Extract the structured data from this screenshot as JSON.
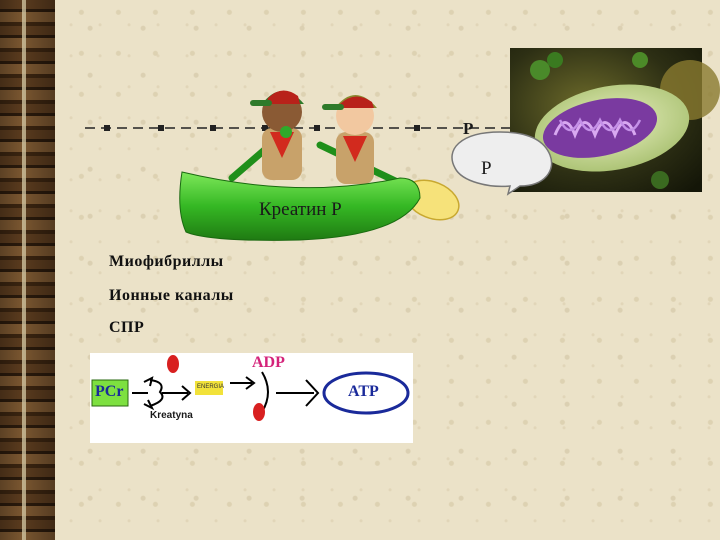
{
  "boat_label": "Креатин Р",
  "p_top": "P",
  "p_bubble": "P",
  "list": {
    "item1": "Миофибриллы",
    "item2": "Ионные каналы",
    "item3": "СПР"
  },
  "reaction": {
    "pcr": "PCr",
    "kreatyna": "Kreatyna",
    "energia": "ENERGIA",
    "adp": "ADP",
    "atp": "ATP"
  },
  "colors": {
    "boat": "#3fbf2a",
    "pcr_box": "#7de040",
    "energia_box": "#f2e23a",
    "reaction_blue": "#1a2a9a",
    "adp_color": "#d4237a",
    "dot_red": "#d82020"
  }
}
